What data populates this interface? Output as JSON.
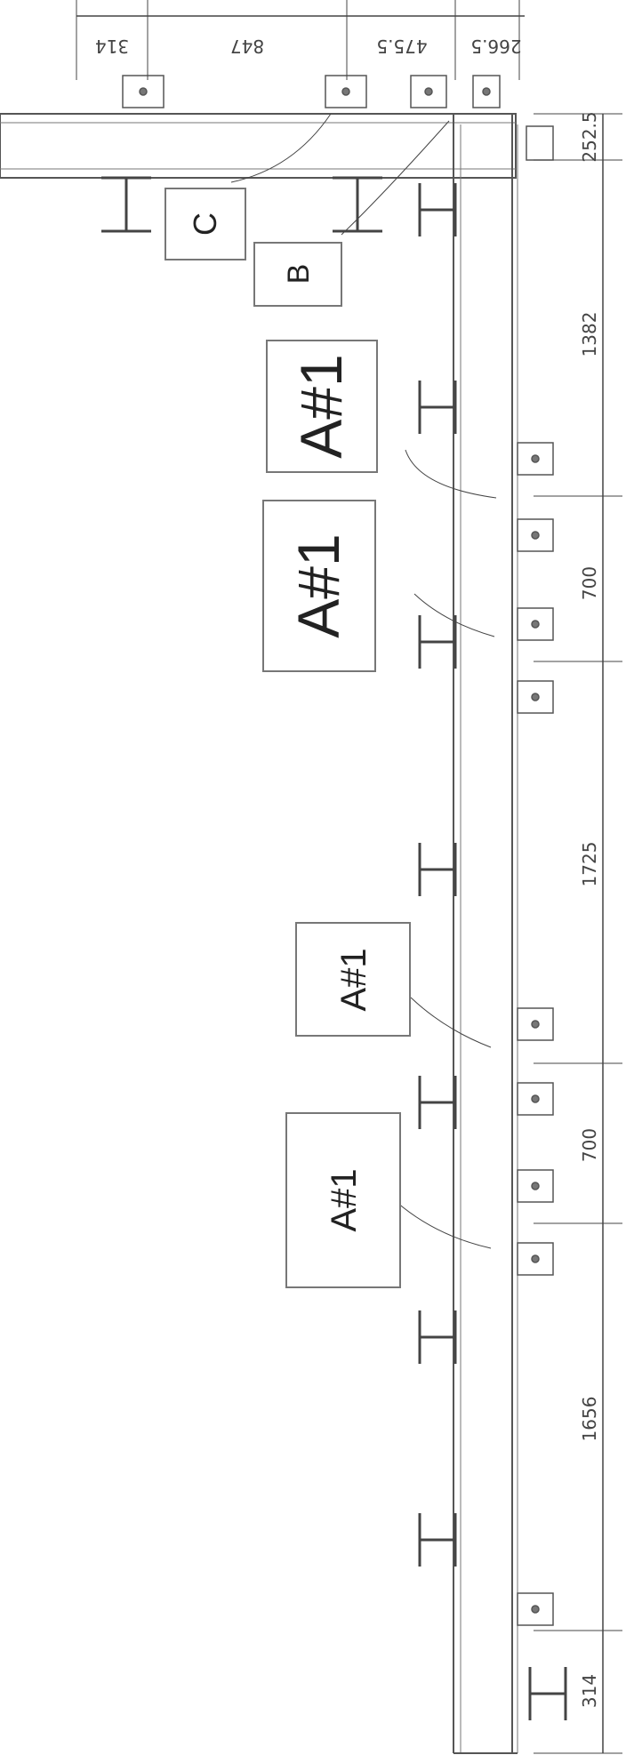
{
  "drawing": {
    "top_dimensions": [
      "314",
      "847",
      "475.5",
      "266.5"
    ],
    "right_dimensions": [
      "252.5",
      "1382",
      "700",
      "1725",
      "700",
      "1656",
      "314"
    ],
    "callouts": [
      {
        "id": "c",
        "label": "C"
      },
      {
        "id": "b",
        "label": "B"
      },
      {
        "id": "a1",
        "label": "A#1"
      },
      {
        "id": "a2",
        "label": "A#1"
      },
      {
        "id": "a3",
        "label": "A#1"
      },
      {
        "id": "a4",
        "label": "A#1"
      }
    ]
  }
}
